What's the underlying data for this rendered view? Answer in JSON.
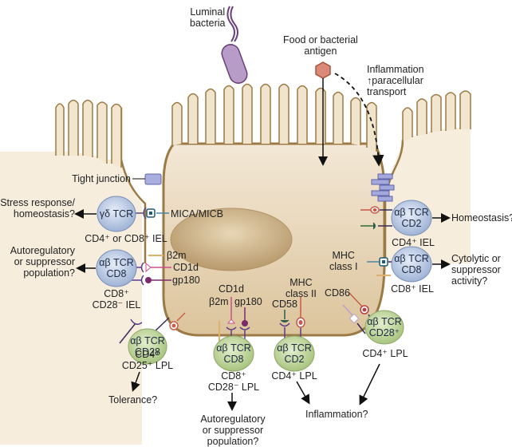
{
  "diagram": {
    "title": "Intestinal epithelial cell interactions with intraepithelial and lamina propria lymphocytes",
    "colors": {
      "cell_fill": "#ecdcc0",
      "cell_edge": "#9b7a45",
      "nucleus": "#c9b088",
      "bacterium": "#b79cc8",
      "antigen": "#d98a78",
      "iel_cell": "#b9c8e4",
      "lpl_cell": "#c5d9a4",
      "tight_junction": "#9aa2d8",
      "mica": "#4a86a8",
      "cd1d": "#c9508a",
      "gp180": "#7a2a6a",
      "b2m": "#e0b070",
      "mhc_ii": "#c8584a",
      "cd58": "#2f5a4a",
      "cd86": "#c9604a"
    },
    "top_labels": {
      "luminal_bacteria": [
        "Luminal",
        "bacteria"
      ],
      "antigen": [
        "Food or bacterial",
        "antigen"
      ],
      "inflammation": [
        "Inflammation",
        "↑paracellular",
        "transport"
      ]
    },
    "structure_labels": {
      "tight_junction": "Tight junction"
    },
    "ligands": {
      "mica": "MICA/MICB",
      "b2m": "β2m",
      "cd1d_left": "CD1d",
      "gp180_left": "gp180",
      "cd1d_bottom": "CD1d",
      "b2m_bottom": "β2m",
      "gp180_bottom": "gp180",
      "mhc_ii": [
        "MHC",
        "class II"
      ],
      "cd58": "CD58",
      "mhc_i": [
        "MHC",
        "class I"
      ],
      "cd86": "CD86"
    },
    "cells": [
      {
        "id": "gd-iel",
        "receptor": [
          "γδ TCR"
        ],
        "subset": [
          "CD4⁺ or CD8⁺ IEL"
        ],
        "outcome": [
          "Stress response/",
          "homeostasis?"
        ]
      },
      {
        "id": "cd8-iel-left",
        "receptor": [
          "αβ TCR",
          "CD8"
        ],
        "subset": [
          "CD8⁺",
          "CD28⁻ IEL"
        ],
        "outcome": [
          "Autoregulatory",
          "or suppressor",
          "population?"
        ]
      },
      {
        "id": "cd28-lpl",
        "receptor": [
          "αβ TCR",
          "CD28"
        ],
        "subset": [
          "CD4⁺",
          "CD25⁺ LPL"
        ],
        "outcome": [
          "Tolerance?"
        ]
      },
      {
        "id": "cd8-lpl",
        "receptor": [
          "αβ TCR",
          "CD8"
        ],
        "subset": [
          "CD8⁺",
          "CD28⁻ LPL"
        ],
        "outcome": [
          "Autoregulatory",
          "or suppressor",
          "population?"
        ]
      },
      {
        "id": "cd2-lpl",
        "receptor": [
          "αβ TCR",
          "CD2"
        ],
        "subset": [
          "CD4⁺ LPL"
        ],
        "outcome": [
          "Inflammation?"
        ]
      },
      {
        "id": "cd28plus-lpl",
        "receptor": [
          "αβ TCR",
          "CD28⁺"
        ],
        "subset": [
          "CD4⁺ LPL"
        ],
        "outcome": []
      },
      {
        "id": "cd2-iel",
        "receptor": [
          "αβ TCR",
          "CD2"
        ],
        "subset": [
          "CD4⁺ IEL"
        ],
        "outcome": [
          "Homeostasis?"
        ]
      },
      {
        "id": "cd8-iel-right",
        "receptor": [
          "αβ TCR",
          "CD8"
        ],
        "subset": [
          "CD8⁺ IEL"
        ],
        "outcome": [
          "Cytolytic or",
          "suppressor",
          "activity?"
        ]
      }
    ]
  }
}
